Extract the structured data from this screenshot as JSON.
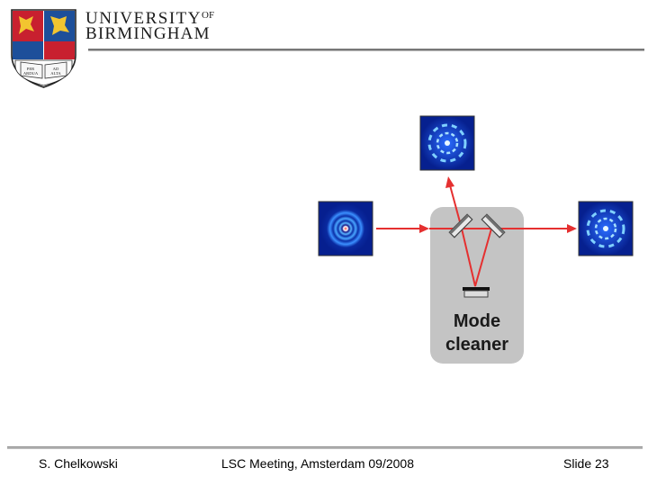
{
  "logo": {
    "line1": "UNIVERSITY",
    "of": "OF",
    "line2": "BIRMINGHAM",
    "book_left": "PER ARDUA",
    "book_right": "AD ALTA"
  },
  "diagram": {
    "label_line1": "Mode",
    "label_line2": "cleaner"
  },
  "footer": {
    "author": "S. Chelkowski",
    "meeting": "LSC Meeting, Amsterdam 09/2008",
    "slide": "Slide 23"
  }
}
